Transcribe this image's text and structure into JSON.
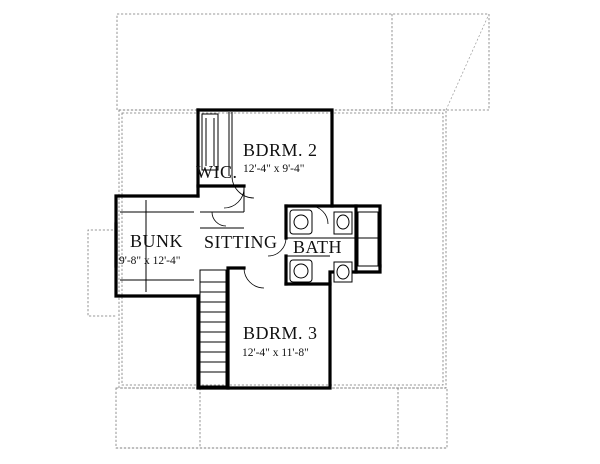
{
  "plan": {
    "rooms": {
      "bdrm2": {
        "name": "BDRM. 2",
        "size": "12'-4\" x 9'-4\""
      },
      "wic": {
        "name": "WIC."
      },
      "bunk": {
        "name": "BUNK",
        "size": "9'-8\" x 12'-4\""
      },
      "sitting": {
        "name": "SITTING"
      },
      "bath": {
        "name": "BATH"
      },
      "bdrm3": {
        "name": "BDRM. 3",
        "size": "12'-4\" x 11'-8\""
      }
    }
  }
}
